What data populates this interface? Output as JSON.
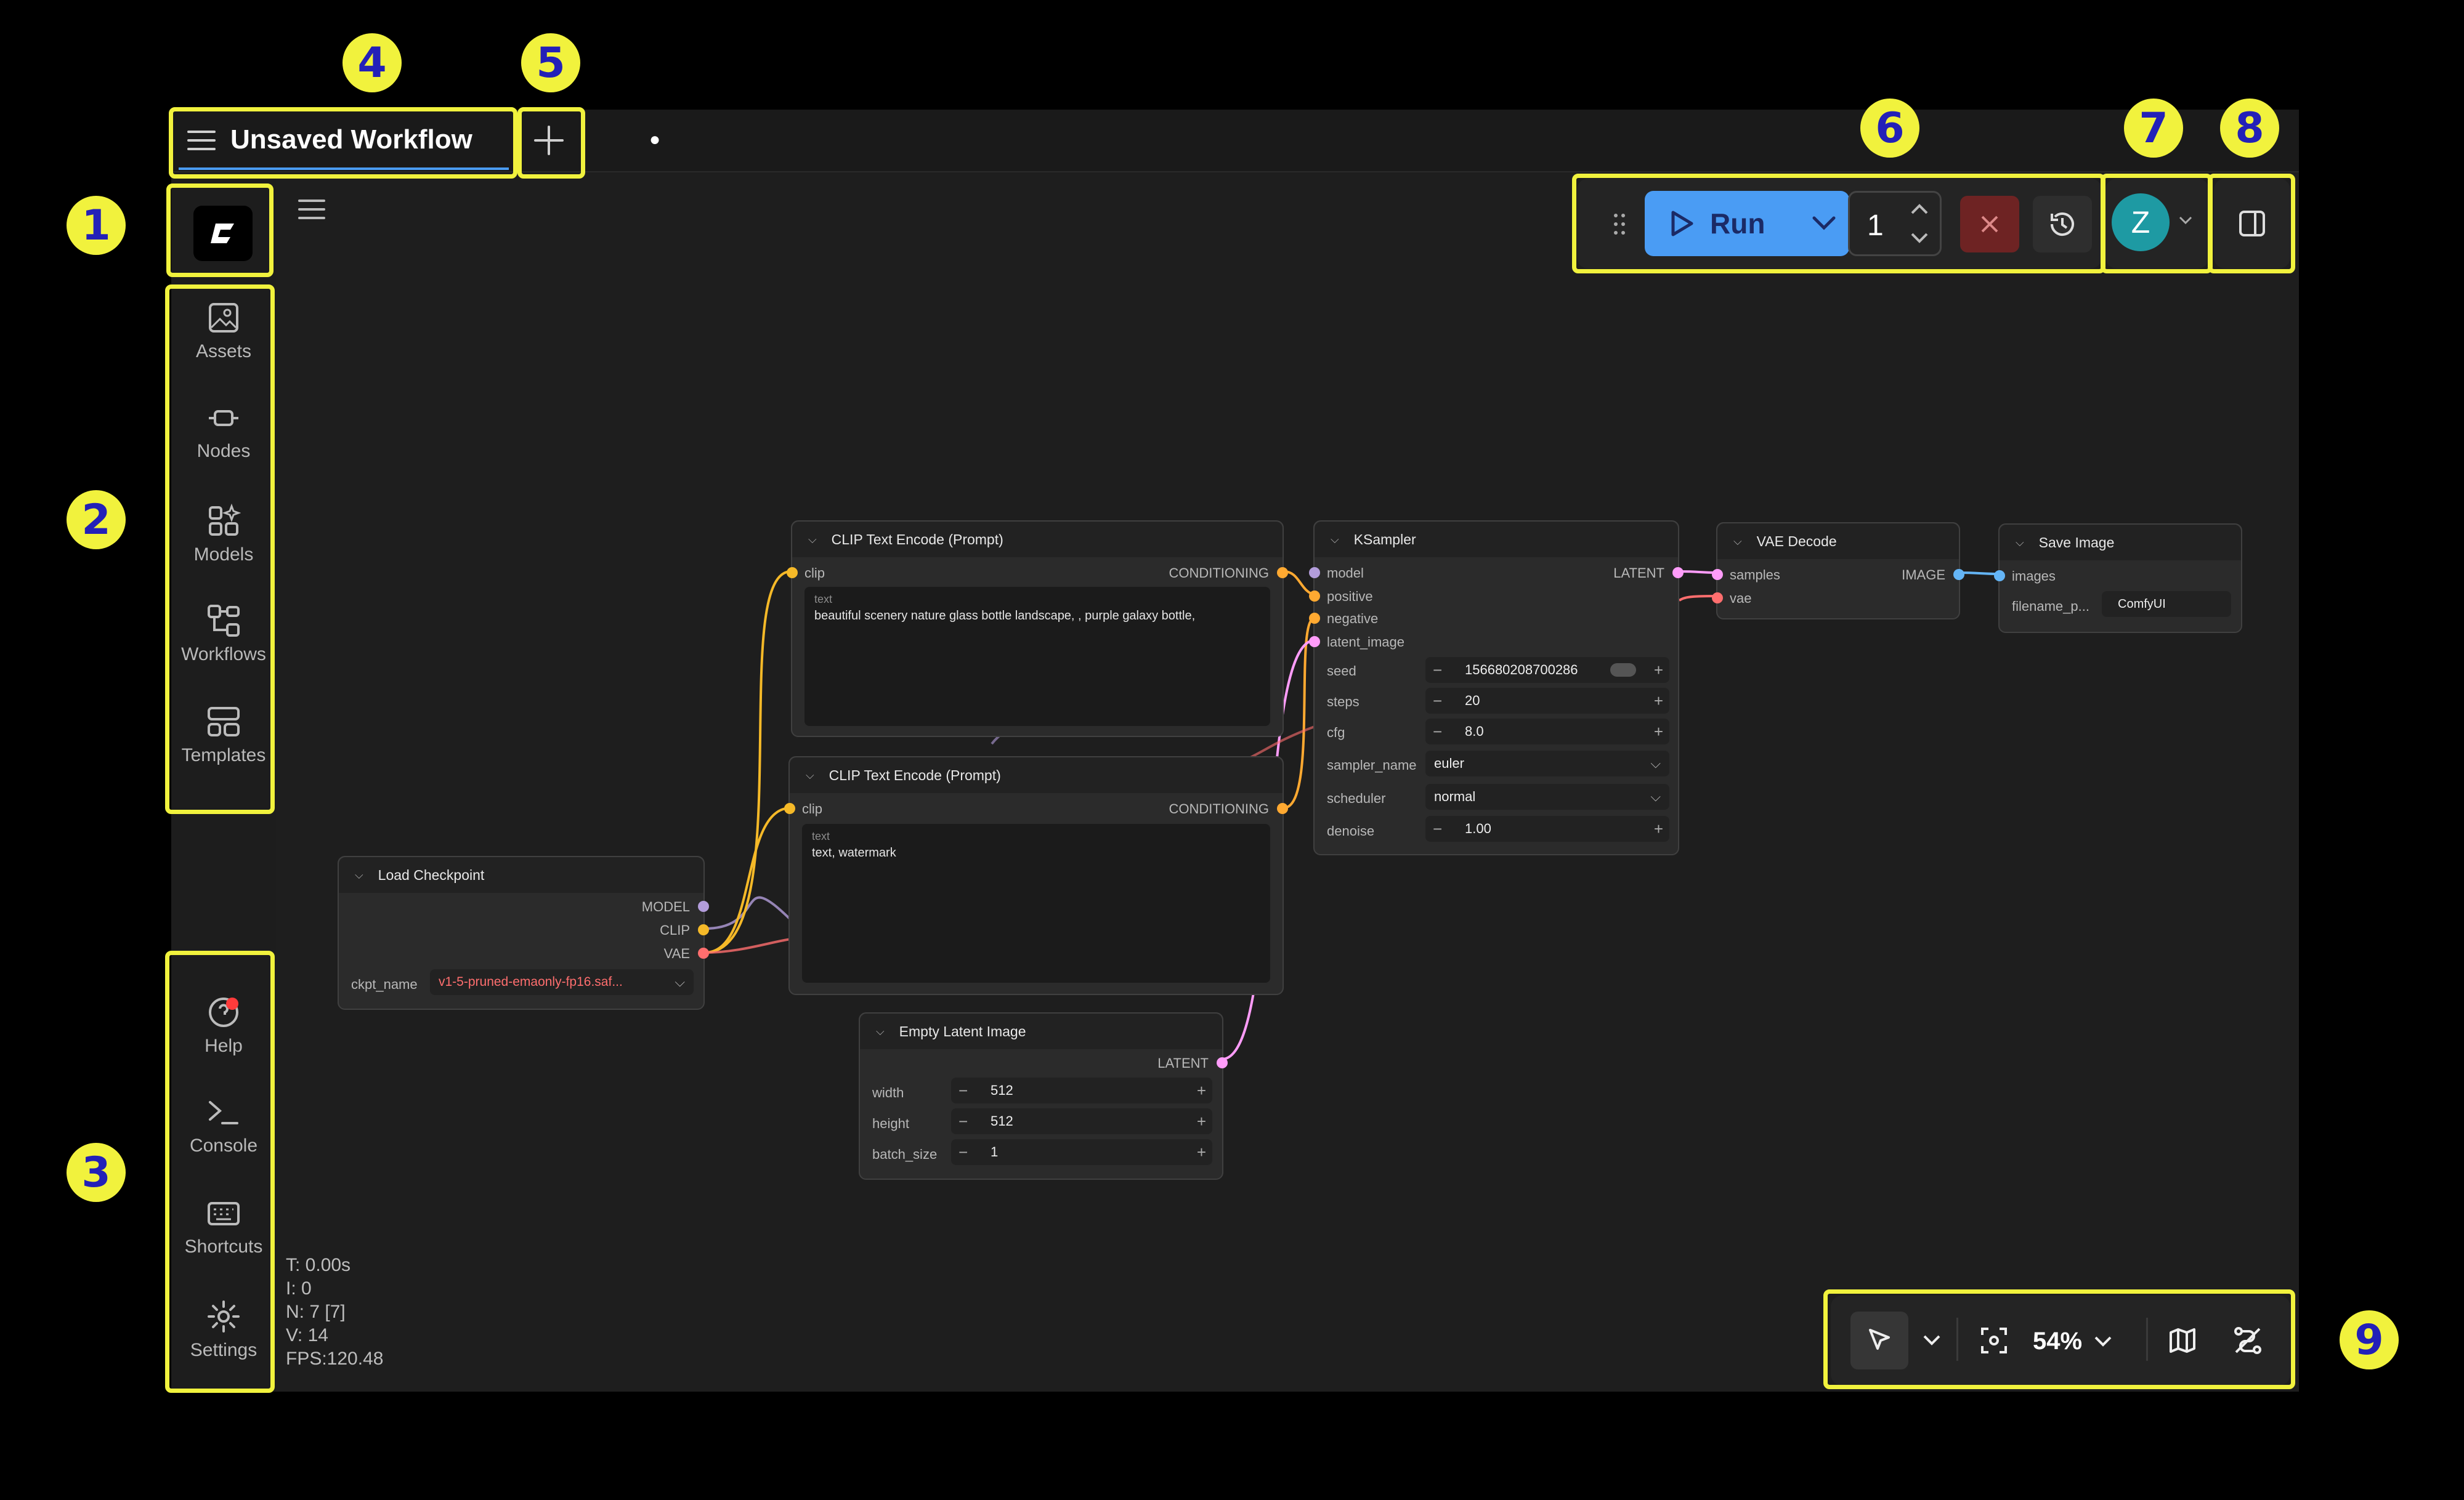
{
  "tab": {
    "title": "Unsaved Workflow",
    "modified_marker": "●",
    "add_symbol": "+"
  },
  "sidebar": {
    "logo": "C",
    "items": [
      {
        "label": "Assets",
        "icon": "image-icon"
      },
      {
        "label": "Nodes",
        "icon": "node-icon"
      },
      {
        "label": "Models",
        "icon": "models-icon"
      },
      {
        "label": "Workflows",
        "icon": "workflow-icon"
      },
      {
        "label": "Templates",
        "icon": "templates-icon"
      }
    ],
    "bottom": [
      {
        "label": "Help",
        "icon": "help-icon"
      },
      {
        "label": "Console",
        "icon": "terminal-icon"
      },
      {
        "label": "Shortcuts",
        "icon": "keyboard-icon"
      },
      {
        "label": "Settings",
        "icon": "gear-icon"
      }
    ]
  },
  "toolbar": {
    "run_label": "Run",
    "queue_count": "1",
    "user_initial": "Z"
  },
  "canvas_controls": {
    "zoom": "54%"
  },
  "stats": {
    "t": "T: 0.00s",
    "i": "I: 0",
    "n": "N: 7 [7]",
    "v": "V: 14",
    "fps": "FPS:120.48"
  },
  "badges": [
    "1",
    "2",
    "3",
    "4",
    "5",
    "6",
    "7",
    "8",
    "9"
  ],
  "nodes": {
    "clip1": {
      "title": "CLIP Text Encode (Prompt)",
      "in_clip": "clip",
      "out": "CONDITIONING",
      "text_label": "text",
      "text": "beautiful scenery nature glass bottle landscape, , purple galaxy bottle,"
    },
    "clip2": {
      "title": "CLIP Text Encode (Prompt)",
      "in_clip": "clip",
      "out": "CONDITIONING",
      "text_label": "text",
      "text": "text, watermark"
    },
    "ksampler": {
      "title": "KSampler",
      "inputs": [
        "model",
        "positive",
        "negative",
        "latent_image"
      ],
      "out": "LATENT",
      "seed_label": "seed",
      "seed": "156680208700286",
      "steps_label": "steps",
      "steps": "20",
      "cfg_label": "cfg",
      "cfg": "8.0",
      "sampler_label": "sampler_name",
      "sampler": "euler",
      "scheduler_label": "scheduler",
      "scheduler": "normal",
      "denoise_label": "denoise",
      "denoise": "1.00"
    },
    "vae": {
      "title": "VAE Decode",
      "in_samples": "samples",
      "in_vae": "vae",
      "out": "IMAGE"
    },
    "save": {
      "title": "Save Image",
      "in_images": "images",
      "fn_label": "filename_p...",
      "fn": "ComfyUI"
    },
    "load": {
      "title": "Load Checkpoint",
      "out_model": "MODEL",
      "out_clip": "CLIP",
      "out_vae": "VAE",
      "ckpt_label": "ckpt_name",
      "ckpt": "v1-5-pruned-emaonly-fp16.saf..."
    },
    "latent": {
      "title": "Empty Latent Image",
      "out": "LATENT",
      "width_label": "width",
      "width": "512",
      "height_label": "height",
      "height": "512",
      "batch_label": "batch_size",
      "batch": "1"
    }
  },
  "colors": {
    "accent": "#4a9cf4",
    "highlight": "#f1f23d",
    "badge_text": "#2320b8",
    "clip": "#f5b928",
    "model": "#b39ddb",
    "vae": "#ff6e6e",
    "latent": "#ff9cf9",
    "image": "#64b5f6",
    "conditioning": "#ffa931"
  }
}
